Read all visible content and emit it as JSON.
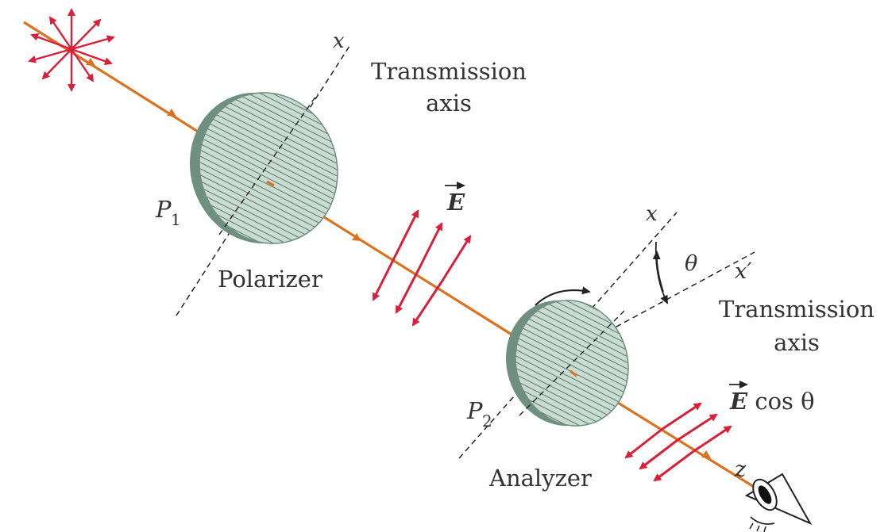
{
  "polarizer": {
    "label": "Polarizer",
    "plate_symbol": "P",
    "plate_subscript": "1",
    "axis_symbol": "x",
    "axis_caption_line1": "Transmission",
    "axis_caption_line2": "axis"
  },
  "analyzer": {
    "label": "Analyzer",
    "plate_symbol": "P",
    "plate_subscript": "2",
    "axis_symbol": "x",
    "rotated_axis_symbol": "x′",
    "angle_symbol": "θ",
    "axis_caption_line1": "Transmission",
    "axis_caption_line2": "axis"
  },
  "field_labels": {
    "transmitted_field": "E",
    "analyzed_field_vec": "E",
    "analyzed_field_rest": " cos θ"
  },
  "propagation_axis": "z",
  "colors": {
    "beam": "#d9731f",
    "field_arrows": "#d8203a",
    "disk_face": "#c9dcd1",
    "disk_edge": "#6f8f80",
    "hatch": "#4a5a52",
    "text": "#333333"
  },
  "icons": {
    "source": "unpolarized-light-star-icon",
    "observer": "eye-icon",
    "rotation": "rotation-arrow-icon"
  }
}
